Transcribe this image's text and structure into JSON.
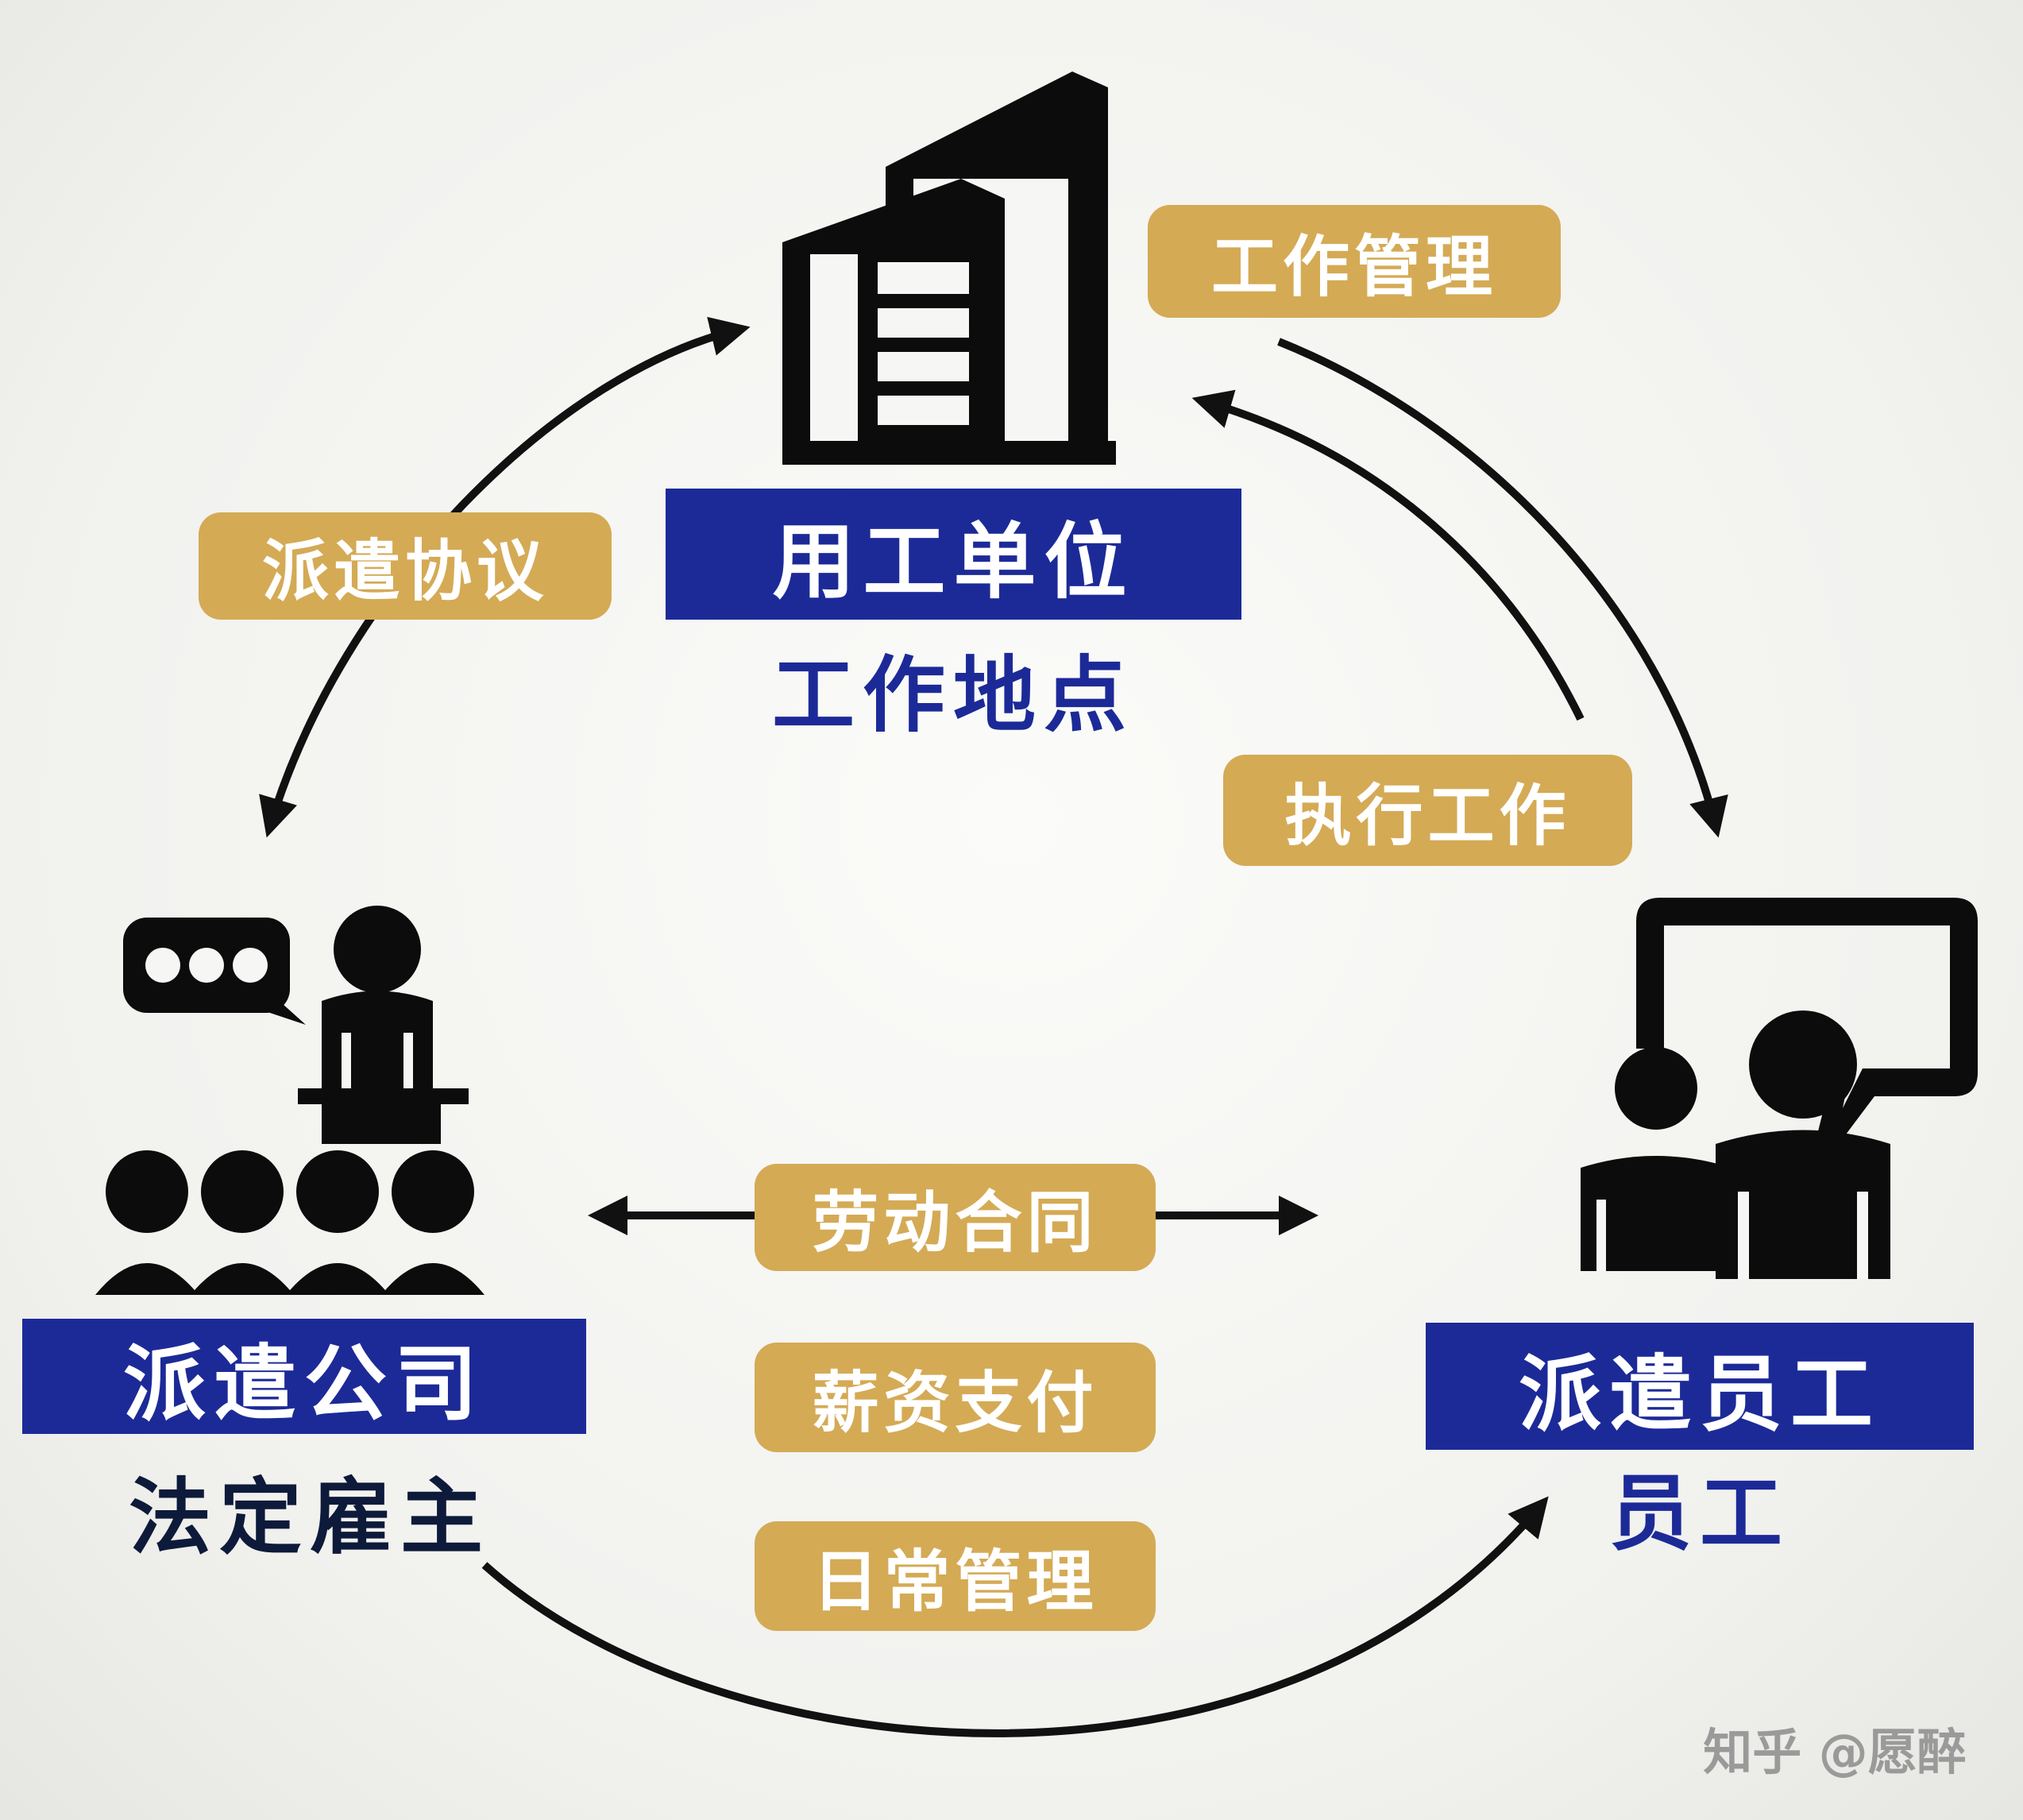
{
  "colors": {
    "tag_background": "#d4aa55",
    "bar_background": "#1c2a98",
    "subtitle_blue": "#1c2a98",
    "icon": "#0c0c0c",
    "arrow": "#111111"
  },
  "nodes": {
    "employer": {
      "bar_label": "用工单位",
      "subtitle": "工作地点",
      "icon": "building-icon"
    },
    "agency": {
      "bar_label": "派遣公司",
      "subtitle": "法定雇主",
      "icon": "speaker-audience-icon"
    },
    "worker": {
      "bar_label": "派遣员工",
      "subtitle": "员工",
      "icon": "people-speech-bubble-icon"
    }
  },
  "relations": {
    "employer_agency": "派遣协议",
    "employer_to_worker": "工作管理",
    "worker_to_employer": "执行工作",
    "agency_worker": [
      "劳动合同",
      "薪资支付",
      "日常管理"
    ]
  },
  "watermark": "知乎 @愿醉"
}
